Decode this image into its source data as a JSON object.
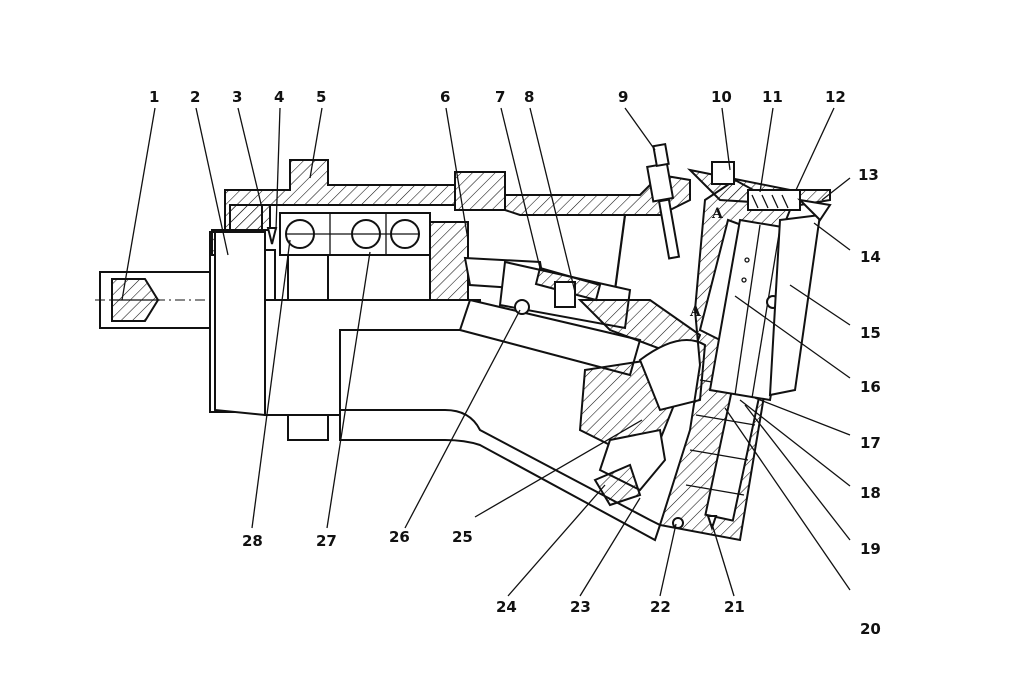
{
  "callouts": {
    "c1": "1",
    "c2": "2",
    "c3": "3",
    "c4": "4",
    "c5": "5",
    "c6": "6",
    "c7": "7",
    "c8": "8",
    "c9": "9",
    "c10": "10",
    "c11": "11",
    "c12": "12",
    "c13": "13",
    "c14": "14",
    "c15": "15",
    "c16": "16",
    "c17": "17",
    "c18": "18",
    "c19": "19",
    "c20": "20",
    "c21": "21",
    "c22": "22",
    "c23": "23",
    "c24": "24",
    "c25": "25",
    "c26": "26",
    "c27": "27",
    "c28": "28"
  },
  "section_markers": {
    "upper": "A",
    "lower": "A"
  }
}
